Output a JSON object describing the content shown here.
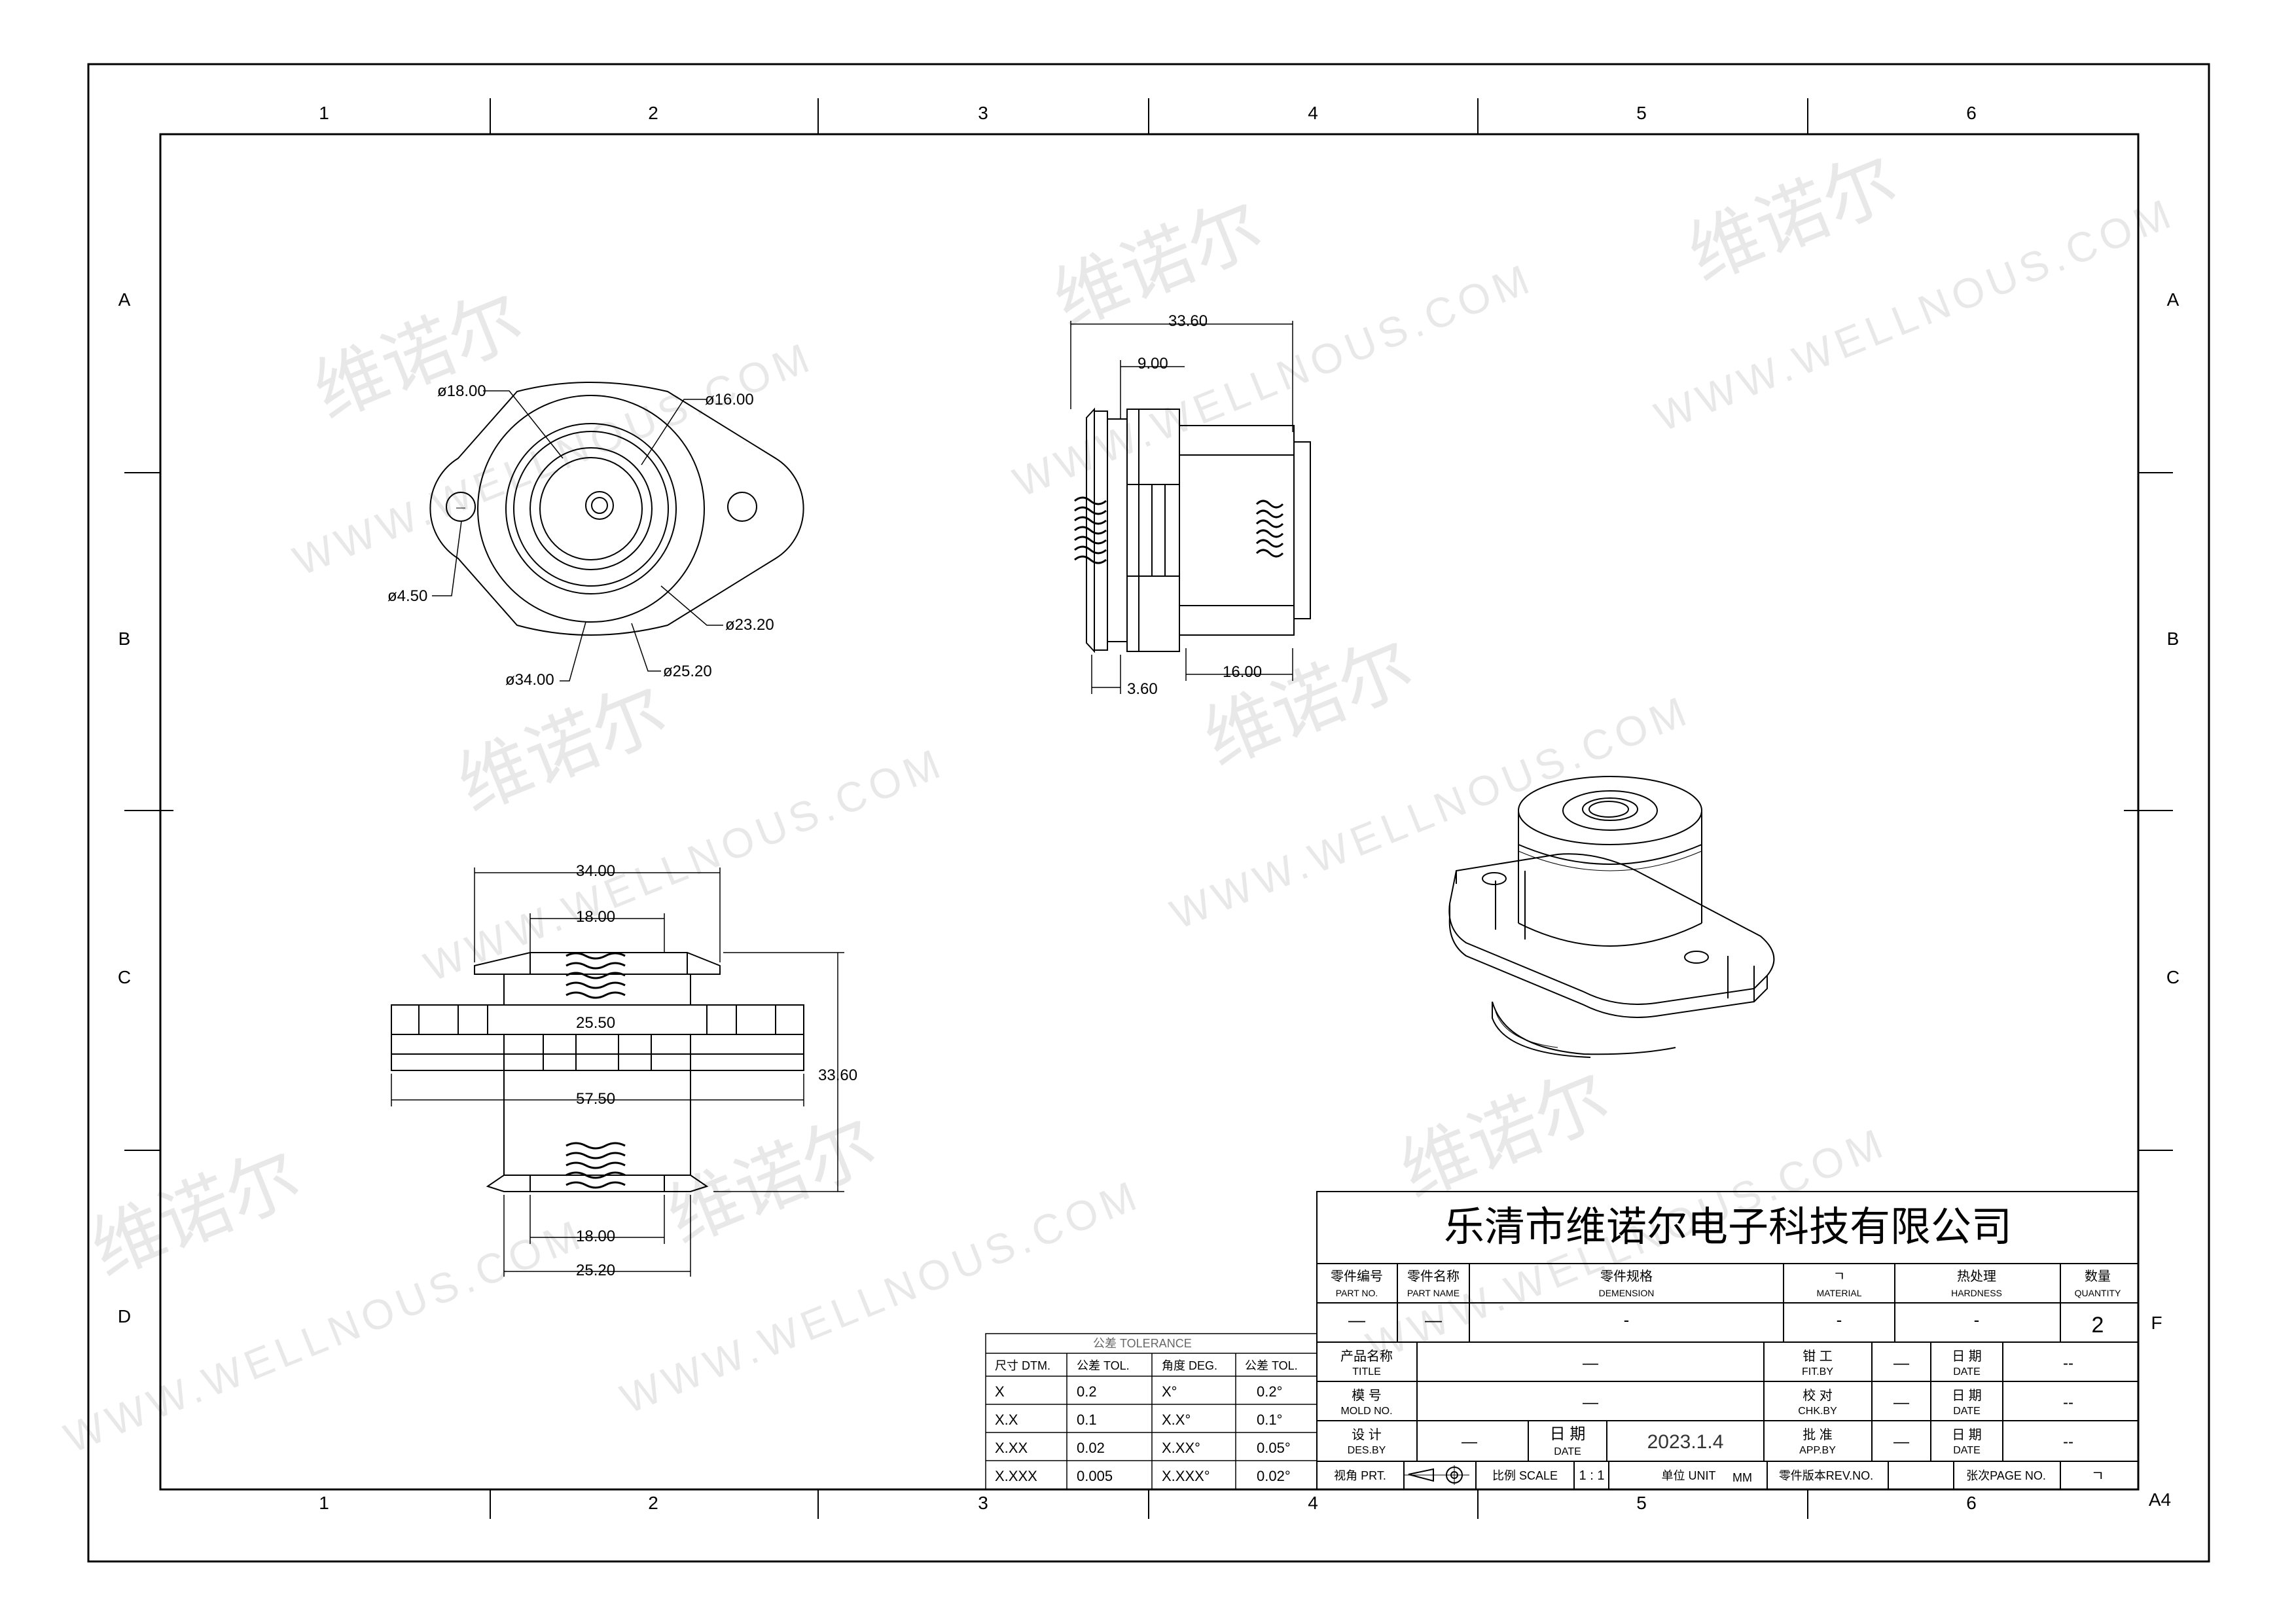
{
  "zones": {
    "columns": [
      "1",
      "2",
      "3",
      "4",
      "5",
      "6"
    ],
    "rows": [
      "A",
      "B",
      "C",
      "D"
    ],
    "right_row_extra": "F",
    "sheet_size": "A4"
  },
  "watermark": {
    "cn": "维诺尔",
    "en": "WWW.WELLNOUS.COM"
  },
  "dims": {
    "top_view": {
      "d18": "ø18.00",
      "d16": "ø16.00",
      "d4_5": "ø4.50",
      "d23_2": "ø23.20",
      "d34": "ø34.00",
      "d25_2": "ø25.20"
    },
    "side_view": {
      "w33_6": "33.60",
      "w9": "9.00",
      "w3_6": "3.60",
      "w16": "16.00"
    },
    "section_view": {
      "w34": "34.00",
      "w18a": "18.00",
      "w25_5": "25.50",
      "w57_5": "57.50",
      "h33_6": "33.60",
      "w18b": "18.00",
      "w25_2": "25.20"
    }
  },
  "tolerance": {
    "title": "公差 TOLERANCE",
    "headers": [
      "尺寸 DTM.",
      "公差 TOL.",
      "角度 DEG.",
      "公差 TOL."
    ],
    "rows": [
      [
        "X",
        "0.2",
        "X°",
        "0.2°"
      ],
      [
        "X.X",
        "0.1",
        "X.X°",
        "0.1°"
      ],
      [
        "X.XX",
        "0.02",
        "X.XX°",
        "0.05°"
      ],
      [
        "X.XXX",
        "0.005",
        "X.XXX°",
        "0.02°"
      ]
    ]
  },
  "title_block": {
    "company": "乐清市维诺尔电子科技有限公司",
    "part_no_cn": "零件编号",
    "part_no_en": "PART NO.",
    "part_no_val": "—",
    "part_name_cn": "零件名称",
    "part_name_en": "PART NAME",
    "part_name_val": "—",
    "dimension_cn": "零件规格",
    "dimension_en": "DEMENSION",
    "dimension_val": "-",
    "material_cn": "ㄱ",
    "material_en": "MATERIAL",
    "material_val": "-",
    "hardness_cn": "热处理",
    "hardness_en": "HARDNESS",
    "hardness_val": "-",
    "quantity_cn": "数量",
    "quantity_en": "QUANTITY",
    "quantity_val": "2",
    "title_cn": "产品名称",
    "title_en": "TITLE",
    "title_val": "—",
    "fit_cn": "钳 工",
    "fit_en": "FIT.BY",
    "fit_val": "—",
    "date_cn": "日 期",
    "date_en": "DATE",
    "date1_val": "--",
    "mold_cn": "模 号",
    "mold_en": "MOLD NO.",
    "mold_val": "—",
    "chk_cn": "校 对",
    "chk_en": "CHK.BY",
    "chk_val": "—",
    "date2_val": "--",
    "des_cn": "设 计",
    "des_en": "DES.BY",
    "des_val": "—",
    "date_mid_cn": "日 期",
    "date_mid_en": "DATE",
    "date_mid_val": "2023.1.4",
    "app_cn": "批 准",
    "app_en": "APP.BY",
    "app_val": "—",
    "date3_val": "--",
    "prt_label": "视角 PRT.",
    "scale_label": "比例 SCALE",
    "scale_val": "1 : 1",
    "unit_label": "单位 UNIT",
    "unit_val": "MM",
    "rev_label": "零件版本REV.NO.",
    "page_label": "张次PAGE NO.",
    "page_val": "ㄱ"
  }
}
